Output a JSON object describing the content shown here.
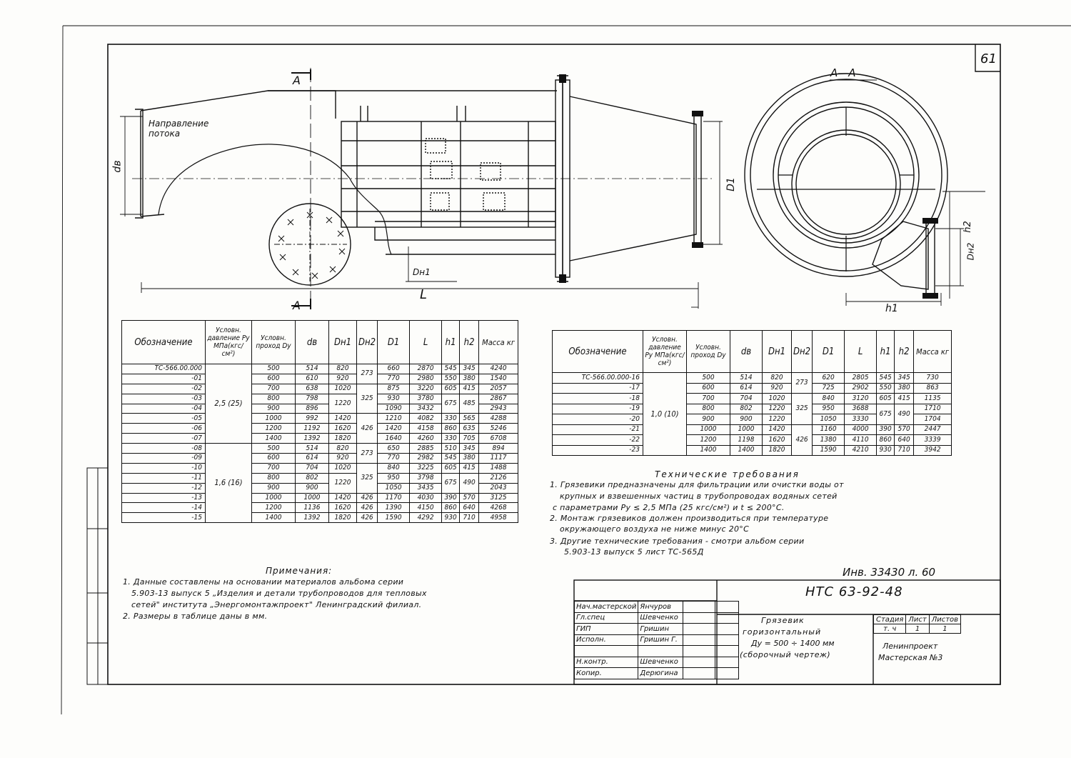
{
  "sheet": {
    "sheet_number": "61",
    "doc_code": "НТС 63-92-48",
    "inventory_note": "Инв. 33430 л. 60"
  },
  "drawing": {
    "flow_label": "Направление потока",
    "section_mark": "А",
    "section_title": "А—А",
    "dim_labels": {
      "dv": "dв",
      "l": "L",
      "dn1": "Dн1",
      "d1": "D1",
      "dn2": "Dн2",
      "h1": "h1",
      "h2": "h2"
    }
  },
  "main_table": {
    "headers": {
      "designation": "Обозначение",
      "pressure": "Условн. давление Ру МПа(кгс/см²)",
      "bore": "Условн. проход Dy",
      "dv": "dв",
      "dn1": "Dн1",
      "dn2": "Dн2",
      "d1": "D1",
      "l": "L",
      "h1": "h1",
      "h2": "h2",
      "mass": "Масса кг"
    },
    "pressure_groups": [
      "2,5 (25)",
      "1,6 (16)"
    ],
    "rows": [
      {
        "des": "ТС-566.00.000",
        "dy": "500",
        "dv": "514",
        "dn1": "820",
        "d1": "660",
        "l": "2870",
        "h1": "545",
        "h2": "345",
        "m": "4240"
      },
      {
        "des": "-01",
        "dy": "600",
        "dv": "610",
        "dn1": "920",
        "d1": "770",
        "l": "2980",
        "h1": "550",
        "h2": "380",
        "m": "1540"
      },
      {
        "des": "-02",
        "dy": "700",
        "dv": "638",
        "dn1": "1020",
        "d1": "875",
        "l": "3220",
        "h1": "605",
        "h2": "415",
        "m": "2057"
      },
      {
        "des": "-03",
        "dy": "800",
        "dv": "798",
        "dn1": "",
        "d1": "930",
        "l": "3780",
        "h1": "",
        "h2": "",
        "m": "2867"
      },
      {
        "des": "-04",
        "dy": "900",
        "dv": "896",
        "dn1": "",
        "d1": "1090",
        "l": "3432",
        "h1": "",
        "h2": "",
        "m": "2943"
      },
      {
        "des": "-05",
        "dy": "1000",
        "dv": "992",
        "dn1": "1420",
        "d1": "1210",
        "l": "4082",
        "h1": "330",
        "h2": "565",
        "m": "4288"
      },
      {
        "des": "-06",
        "dy": "1200",
        "dv": "1192",
        "dn1": "1620",
        "d1": "1420",
        "l": "4158",
        "h1": "860",
        "h2": "635",
        "m": "5246"
      },
      {
        "des": "-07",
        "dy": "1400",
        "dv": "1392",
        "dn1": "1820",
        "d1": "1640",
        "l": "4260",
        "h1": "330",
        "h2": "705",
        "m": "6708"
      },
      {
        "des": "-08",
        "dy": "500",
        "dv": "514",
        "dn1": "820",
        "d1": "650",
        "l": "2885",
        "h1": "510",
        "h2": "345",
        "m": "894"
      },
      {
        "des": "-09",
        "dy": "600",
        "dv": "614",
        "dn1": "920",
        "d1": "770",
        "l": "2982",
        "h1": "545",
        "h2": "380",
        "m": "1117"
      },
      {
        "des": "-10",
        "dy": "700",
        "dv": "704",
        "dn1": "1020",
        "d1": "840",
        "l": "3225",
        "h1": "605",
        "h2": "415",
        "m": "1488"
      },
      {
        "des": "-11",
        "dy": "800",
        "dv": "802",
        "dn1": "",
        "d1": "950",
        "l": "3798",
        "h1": "",
        "h2": "",
        "m": "2126"
      },
      {
        "des": "-12",
        "dy": "900",
        "dv": "900",
        "dn1": "",
        "d1": "1050",
        "l": "3435",
        "h1": "",
        "h2": "",
        "m": "2043"
      },
      {
        "des": "-13",
        "dy": "1000",
        "dv": "1000",
        "dn1": "1420",
        "d1": "1170",
        "l": "4030",
        "h1": "390",
        "h2": "570",
        "m": "3125"
      },
      {
        "des": "-14",
        "dy": "1200",
        "dv": "1136",
        "dn1": "1620",
        "d1": "1390",
        "l": "4150",
        "h1": "860",
        "h2": "640",
        "m": "4268"
      },
      {
        "des": "-15",
        "dy": "1400",
        "dv": "1392",
        "dn1": "1820",
        "d1": "1590",
        "l": "4292",
        "h1": "930",
        "h2": "710",
        "m": "4958"
      }
    ],
    "merged": {
      "dn1_1220_a": "1220",
      "dn1_1220_b": "1220",
      "dn2_273_a": "273",
      "dn2_325_a": "325",
      "dn2_426_a": "426",
      "dn2_273_b": "273",
      "dn2_325_b": "325",
      "dn2_426_b1": "426",
      "dn2_426_b2": "426",
      "dn2_426_b3": "426",
      "h1_675_a": "675",
      "h2_485_a": "485",
      "h1_675_b": "675",
      "h2_490_b": "490"
    }
  },
  "side_table": {
    "pressure_group": "1,0 (10)",
    "rows": [
      {
        "des": "ТС-566.00.000-16",
        "dy": "500",
        "dv": "514",
        "dn1": "820",
        "d1": "620",
        "l": "2805",
        "h1": "545",
        "h2": "345",
        "m": "730"
      },
      {
        "des": "-17",
        "dy": "600",
        "dv": "614",
        "dn1": "920",
        "d1": "725",
        "l": "2902",
        "h1": "550",
        "h2": "380",
        "m": "863"
      },
      {
        "des": "-18",
        "dy": "700",
        "dv": "704",
        "dn1": "1020",
        "d1": "840",
        "l": "3120",
        "h1": "605",
        "h2": "415",
        "m": "1135"
      },
      {
        "des": "-19",
        "dy": "800",
        "dv": "802",
        "dn1": "1220",
        "d1": "950",
        "l": "3688",
        "h1": "",
        "h2": "",
        "m": "1710"
      },
      {
        "des": "-20",
        "dy": "900",
        "dv": "900",
        "dn1": "1220",
        "d1": "1050",
        "l": "3330",
        "h1": "",
        "h2": "",
        "m": "1704"
      },
      {
        "des": "-21",
        "dy": "1000",
        "dv": "1000",
        "dn1": "1420",
        "d1": "1160",
        "l": "4000",
        "h1": "390",
        "h2": "570",
        "m": "2447"
      },
      {
        "des": "-22",
        "dy": "1200",
        "dv": "1198",
        "dn1": "1620",
        "d1": "1380",
        "l": "4110",
        "h1": "860",
        "h2": "640",
        "m": "3339"
      },
      {
        "des": "-23",
        "dy": "1400",
        "dv": "1400",
        "dn1": "1820",
        "d1": "1590",
        "l": "4210",
        "h1": "930",
        "h2": "710",
        "m": "3942"
      }
    ],
    "merged": {
      "dn2_273": "273",
      "dn2_325": "325",
      "dn2_426": "426",
      "h1_675": "675",
      "h2_490": "490"
    }
  },
  "tech_requirements": {
    "title": "Технические требования",
    "lines": [
      "1. Грязевики предназначены для фильтрации или очистки воды от",
      "крупных и взвешенных частиц в трубопроводах водяных сетей",
      "с параметрами Ру ≤ 2,5 МПа (25 кгс/см²) и t ≤ 200°С.",
      "2. Монтаж грязевиков должен производиться при температуре",
      "окружающего воздуха не ниже минус 20°С",
      "3. Другие технические требования - смотри альбом серии",
      "5.903-13 выпуск 5 лист ТС-565Д"
    ]
  },
  "notes": {
    "title": "Примечания:",
    "lines": [
      "1. Данные составлены на основании материалов альбома серии",
      "5.903-13 выпуск 5 „Изделия и детали трубопроводов для тепловых",
      "сетей\" института „Энергомонтажпроект\" Ленинградский филиал.",
      "2. Размеры в таблице даны в мм."
    ]
  },
  "title_block": {
    "title_lines": [
      "Грязевик",
      "горизонтальный",
      "Ду = 500 ÷ 1400 мм",
      "(сборочный чертеж)"
    ],
    "stage_headers": [
      "Стадия",
      "Лист",
      "Листов"
    ],
    "stage_values": [
      "т. ч",
      "1",
      "1"
    ],
    "org_lines": [
      "Ленинпроект",
      "Мастерская №3"
    ],
    "roles": [
      {
        "role": "Нач.мастерской",
        "name": "Янчуров"
      },
      {
        "role": "Гл.спец",
        "name": "Шевченко"
      },
      {
        "role": "ГИП",
        "name": "Гришин"
      },
      {
        "role": "Исполн.",
        "name": "Гришин Г."
      },
      {
        "role": "",
        "name": ""
      },
      {
        "role": "Н.контр.",
        "name": "Шевченко"
      },
      {
        "role": "Копир.",
        "name": "Дерюгина"
      }
    ]
  }
}
